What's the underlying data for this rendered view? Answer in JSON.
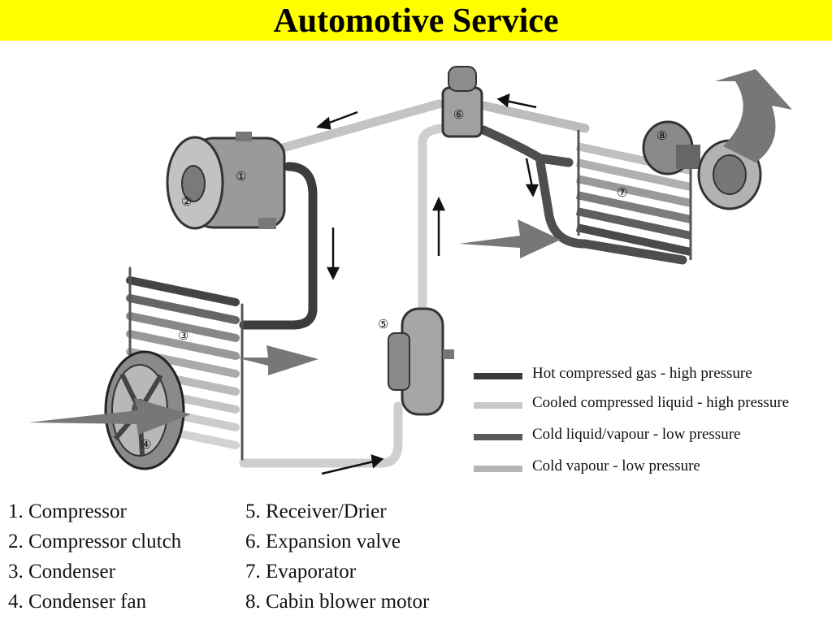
{
  "title": "Automotive Service",
  "callouts": {
    "c1": "①",
    "c2": "②",
    "c3": "③",
    "c4": "④",
    "c5": "⑤",
    "c6": "⑥",
    "c7": "⑦",
    "c8": "⑧"
  },
  "legend": [
    {
      "label": "Hot compressed gas - high pressure",
      "color": "#3a3a3a"
    },
    {
      "label": "Cooled compressed liquid - high pressure",
      "color": "#c8c8c8"
    },
    {
      "label": "Cold liquid/vapour - low pressure",
      "color": "#5a5a5a"
    },
    {
      "label": "Cold vapour - low pressure",
      "color": "#b4b4b4"
    }
  ],
  "parts_left": [
    "1. Compressor",
    "2. Compressor clutch",
    "3. Condenser",
    "4. Condenser fan"
  ],
  "parts_right": [
    "5. Receiver/Drier",
    "6. Expansion valve",
    "7. Evaporator",
    "8. Cabin blower motor"
  ]
}
